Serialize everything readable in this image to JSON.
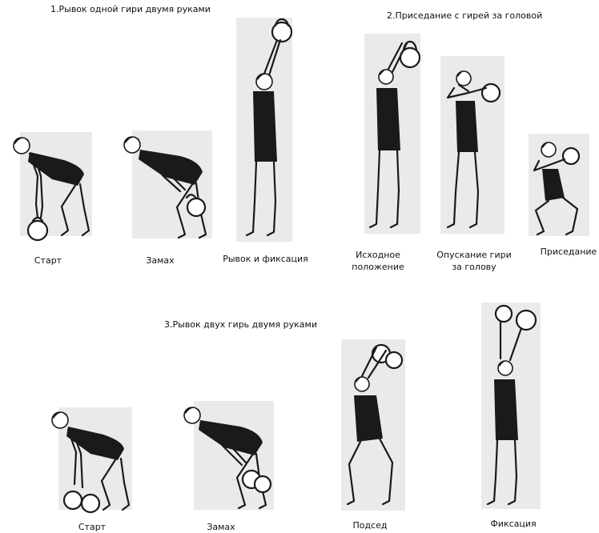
{
  "sections": [
    {
      "title": "1.Рывок одной гири двумя руками",
      "steps": [
        "Старт",
        "Замах",
        "Рывок и фиксация"
      ]
    },
    {
      "title": "2.Приседание с гирей за головой",
      "steps": [
        "Исходное\nположение",
        "Опускание гири\nза голову",
        "Приседание"
      ]
    },
    {
      "title": "3.Рывок двух гирь двумя руками",
      "steps": [
        "Старт",
        "Замах",
        "Подсед",
        "Фиксация"
      ]
    }
  ]
}
